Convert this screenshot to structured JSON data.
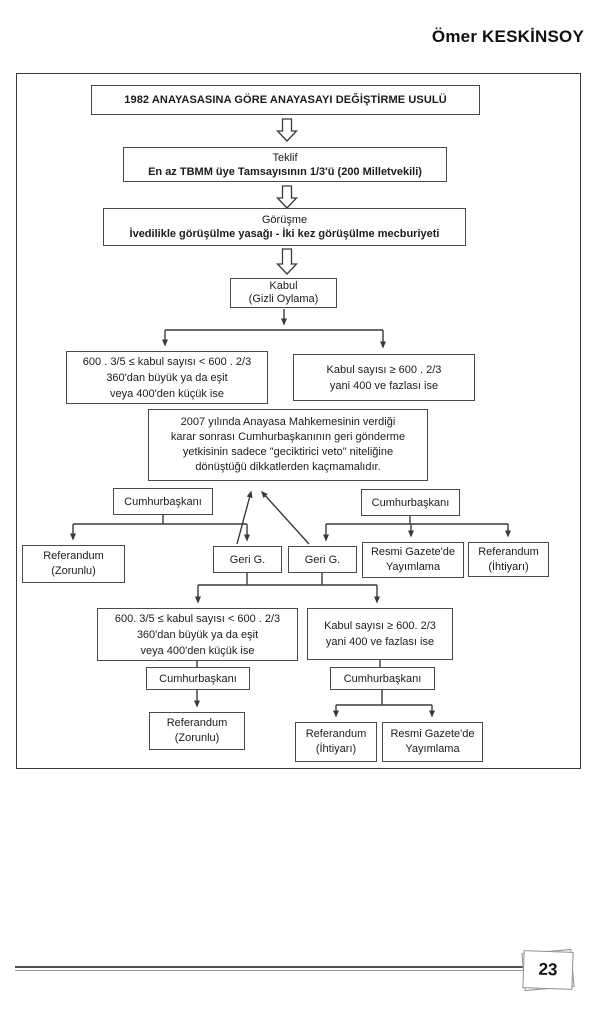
{
  "page": {
    "author": "Ömer KESKİNSOY",
    "page_number": "23"
  },
  "flowchart": {
    "title": "1982 ANAYASASINA GÖRE ANAYASAYI DEĞİŞTİRME USULÜ",
    "teklif": {
      "heading": "Teklif",
      "detail": "En az TBMM üye Tamsayısının 1/3'ü (200 Milletvekili)"
    },
    "gorusme": {
      "heading": "Görüşme",
      "detail": "İvedilikle görüşülme yasağı - İki kez görüşülme mecburiyeti"
    },
    "kabul": {
      "line1": "Kabul",
      "line2": "(Gizli Oylama)"
    },
    "upper_left_condition": {
      "line1": "600 . 3/5 ≤  kabul sayısı < 600 . 2/3",
      "line2": "360'dan büyük ya da eşit",
      "line3": "veya 400'den küçük ise"
    },
    "upper_right_condition": {
      "line1": "Kabul sayısı ≥ 600 . 2/3",
      "line2": "yani 400 ve fazlası ise"
    },
    "note_2007": {
      "line1": "2007 yılında Anayasa Mahkemesinin verdiği",
      "line2": "karar sonrası Cumhurbaşkanının geri gönderme",
      "line3": "yetkisinin sadece \"geciktirici veto\" niteliğine",
      "line4": "dönüştüğü dikkatlerden kaçmamalıdır."
    },
    "president_label": "Cumhurbaşkanı",
    "referandum_zorunlu": {
      "line1": "Referandum",
      "line2": "(Zorunlu)"
    },
    "geri_gonderme_label": "Geri G.",
    "resmi_gazete": {
      "line1": "Resmi Gazete'de",
      "line2": "Yayımlama"
    },
    "referandum_ihtiyari": {
      "line1": "Referandum",
      "line2": "(İhtiyarı)"
    },
    "lower_left_condition": {
      "line1": "600. 3/5 ≤  kabul sayısı < 600 . 2/3",
      "line2": "360'dan büyük ya da eşit",
      "line3": "veya 400'den küçük ise"
    },
    "lower_right_condition": {
      "line1": "Kabul sayısı ≥ 600. 2/3",
      "line2": "yani 400 ve fazlası ise"
    }
  },
  "colors": {
    "line": "#3a3a3a",
    "text": "#1c1c1c",
    "background": "#ffffff"
  }
}
